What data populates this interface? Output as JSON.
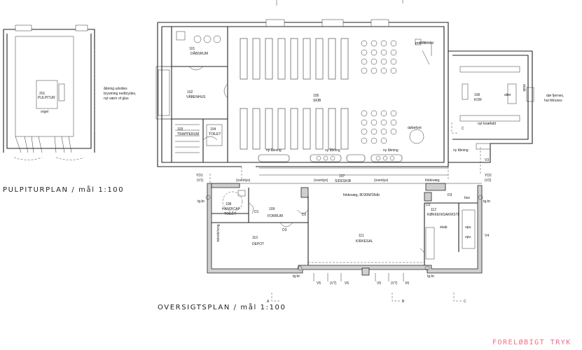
{
  "titles": {
    "pulpitur_plan": "PULPITURPLAN / mål 1:100",
    "oversigt_plan": "OVERSIGTSPLAN / mål 1:100",
    "stamp": "FORELØBIGT TRYK"
  },
  "rooms": {
    "r101": {
      "num": "101",
      "name": "DÅBSRUM"
    },
    "r102": {
      "num": "102",
      "name": "VÅBENHUS"
    },
    "r103": {
      "num": "103",
      "name": "TRAPPERUM"
    },
    "r104": {
      "num": "104",
      "name": "TOILET"
    },
    "r105": {
      "num": "105",
      "name": "SKIB"
    },
    "r106": {
      "num": "106",
      "name": "KOR"
    },
    "r107": {
      "num": "107",
      "name": "SIDESKIB"
    },
    "r108": {
      "num": "108",
      "name1": "HANDICAP",
      "name2": "TOILET"
    },
    "r109": {
      "num": "109",
      "name": "FORRUM"
    },
    "r110": {
      "num": "110",
      "name": "DEPOT"
    },
    "r111": {
      "num": "111",
      "name": "KIRKESAL"
    },
    "r112": {
      "num": "112",
      "name": "KØKKEN/SAKRISTI"
    },
    "r201": {
      "num": "201",
      "name": "PULPITUR"
    }
  },
  "notes": {
    "orgel": "orgel",
    "aabning_line1": "åbning udvides",
    "aabning_line2": "brystning nedbrydes,",
    "aabning_line3": "nyt værn of glas",
    "praedikestol": "prædikestol",
    "alter": "alter",
    "skab": "skab",
    "knaefald": "nyt knæfald",
    "dobefont": "døbefont",
    "dor_line1": "dør fjernes,",
    "dor_line2": "hul tilmures",
    "ny_aabning": "ny åbning",
    "overlys": "(ovenlys)",
    "foldevaeg_top": "foldevæg",
    "foldevaeg_main": "foldevæg, 8D30M/35db",
    "teknik": "teknik/reng.",
    "box": "box",
    "ops": "ops.",
    "tgbr": "tg.br.",
    "skab_small": "skab",
    "opv": "opv."
  },
  "codes": {
    "yd1": "YD1",
    "yd1p": "(V1)",
    "yd2": "YD2",
    "yd2p": "(V2)",
    "v3": "V3",
    "v4": "V4",
    "v5a": "V5",
    "v7a": "(V7)",
    "v6a": "V6",
    "v5b": "V5",
    "v7b": "(V7)",
    "v6b": "V6",
    "d1": "D1",
    "d2": "D2",
    "d3a": "D3",
    "d3b": "D3",
    "d3c": "D3",
    "c_top": "C",
    "a": "A",
    "b": "B",
    "c": "C"
  }
}
